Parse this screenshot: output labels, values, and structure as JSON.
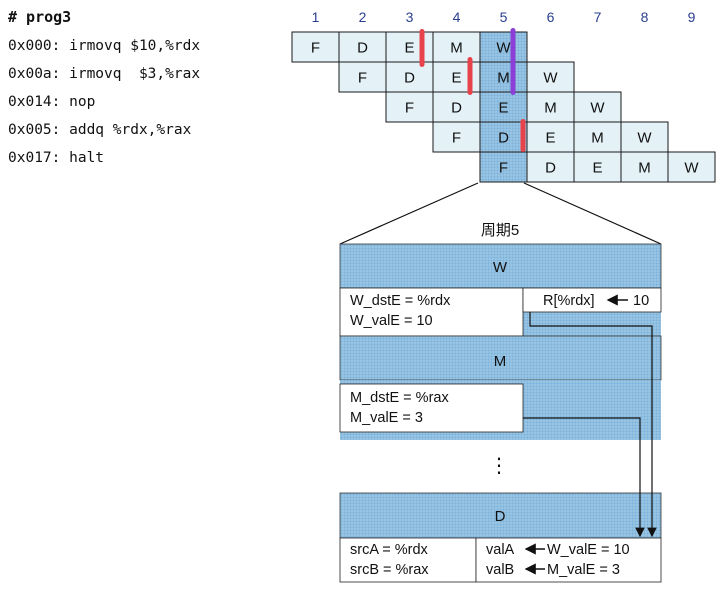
{
  "program": {
    "title": "# prog3",
    "lines": [
      "0x000: irmovq $10,%rdx",
      "0x00a: irmovq  $3,%rax",
      "0x014: nop",
      "0x005: addq %rdx,%rax",
      "0x017: halt"
    ]
  },
  "pipeline": {
    "cycle_numbers": [
      "1",
      "2",
      "3",
      "4",
      "5",
      "6",
      "7",
      "8",
      "9"
    ],
    "stage_labels": [
      "F",
      "D",
      "E",
      "M",
      "W"
    ],
    "instruction_count": 5,
    "highlight_cycle": 5,
    "colors": {
      "cell_fill": "#e4f2f8",
      "highlight": "#7fb4d9",
      "red_marker": "#e8424a",
      "purple_marker": "#8b3fd6",
      "cycle_number": "#2a3f8f"
    }
  },
  "detail": {
    "title": "周期5",
    "w": {
      "label": "W",
      "dst": "W_dstE = %rdx",
      "val": "W_valE = 10",
      "write": "R[%rdx]",
      "write_value": "10"
    },
    "m": {
      "label": "M",
      "dst": "M_dstE = %rax",
      "val": "M_valE = 3"
    },
    "ellipsis": "⋮",
    "d": {
      "label": "D",
      "srcA": "srcA = %rdx",
      "srcB": "srcB = %rax",
      "valA_lhs": "valA",
      "valA_rhs": "W_valE = 10",
      "valB_lhs": "valB",
      "valB_rhs": "M_valE = 3"
    }
  }
}
